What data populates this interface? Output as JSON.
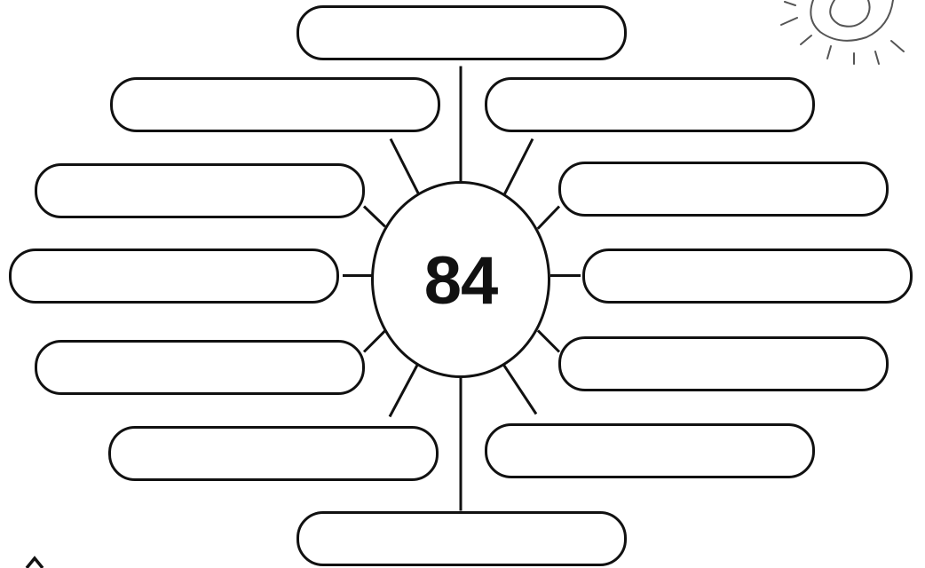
{
  "diagram": {
    "center_number": "84",
    "stroke_color": "#111111",
    "background_color": "#ffffff",
    "boxes": [
      {
        "id": "top",
        "text": ""
      },
      {
        "id": "upper-left",
        "text": ""
      },
      {
        "id": "upper-right",
        "text": ""
      },
      {
        "id": "mid-upper-left",
        "text": ""
      },
      {
        "id": "mid-upper-right",
        "text": ""
      },
      {
        "id": "middle-left",
        "text": ""
      },
      {
        "id": "middle-right",
        "text": ""
      },
      {
        "id": "mid-lower-left",
        "text": ""
      },
      {
        "id": "mid-lower-right",
        "text": ""
      },
      {
        "id": "lower-left",
        "text": ""
      },
      {
        "id": "lower-right",
        "text": ""
      },
      {
        "id": "bottom",
        "text": ""
      }
    ],
    "decorations": {
      "top_right": "sun-doodle-icon",
      "bottom_left": "arrow-tip-icon"
    }
  }
}
